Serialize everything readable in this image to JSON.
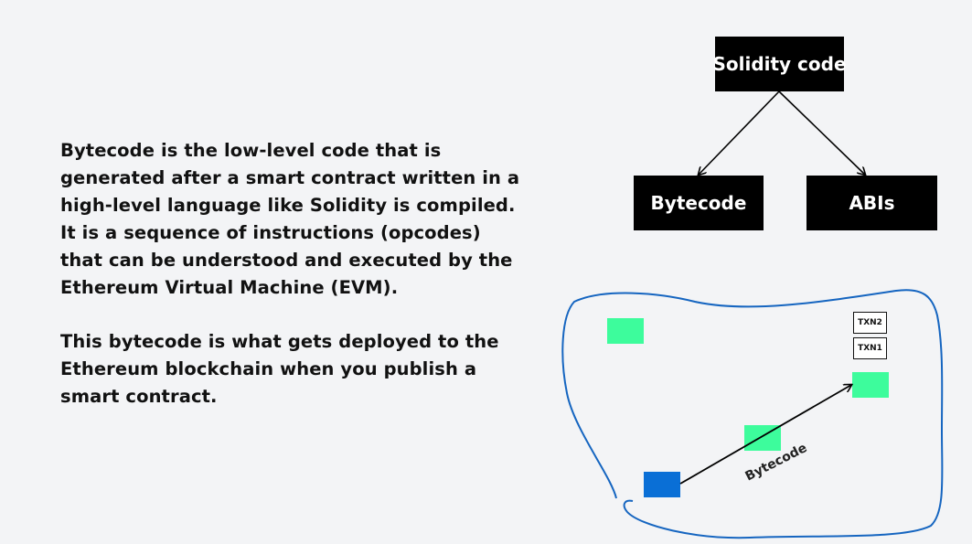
{
  "description": {
    "paragraph_1": "Bytecode is the low-level code that is generated after a smart contract written in a high-level language like Solidity is compiled. It is a sequence of instructions (opcodes) that can be understood and executed by the Ethereum Virtual Machine (EVM).",
    "paragraph_2": "This bytecode is what gets deployed to the Ethereum blockchain when you publish a smart contract."
  },
  "tree": {
    "root_label": "Solidity code",
    "left_child_label": "Bytecode",
    "right_child_label": "ABIs"
  },
  "network": {
    "arrow_label": "Bytecode",
    "transactions": [
      "TXN2",
      "TXN1"
    ]
  },
  "colors": {
    "node_bg": "#000000",
    "node_text": "#ffffff",
    "outline_blue": "#1565c0",
    "green_block": "#3dfc9c",
    "blue_block": "#0a6fd6"
  }
}
